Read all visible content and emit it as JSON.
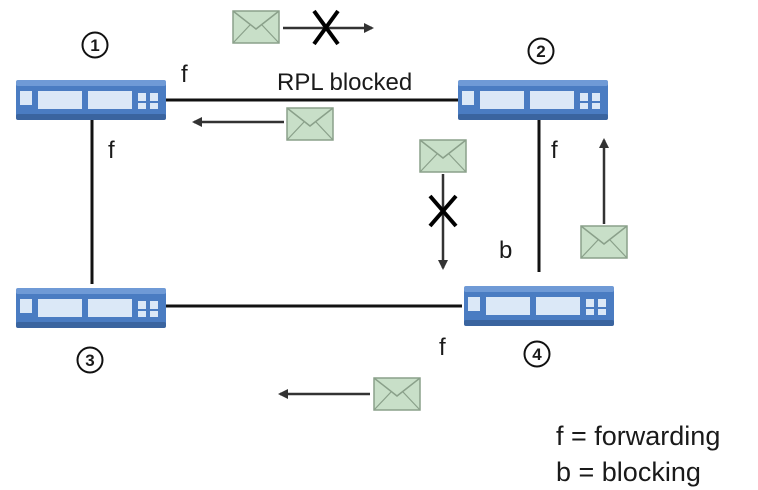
{
  "nodes": {
    "n1": {
      "number": "1"
    },
    "n2": {
      "number": "2"
    },
    "n3": {
      "number": "3"
    },
    "n4": {
      "number": "4"
    }
  },
  "port_states": {
    "n1_east": "f",
    "n1_south": "f",
    "n2_south": "f",
    "n4_north": "b",
    "n4_west": "f"
  },
  "links": {
    "rpl_label": "RPL blocked"
  },
  "legend": {
    "forwarding": "f = forwarding",
    "blocking": "b = blocking"
  },
  "colors": {
    "switch_body": "#4a7cc2",
    "switch_port": "#dbe8f7",
    "envelope_fill": "#c8dfc8",
    "envelope_stroke": "#8aa08a",
    "line": "#111111",
    "arrow": "#333333"
  }
}
